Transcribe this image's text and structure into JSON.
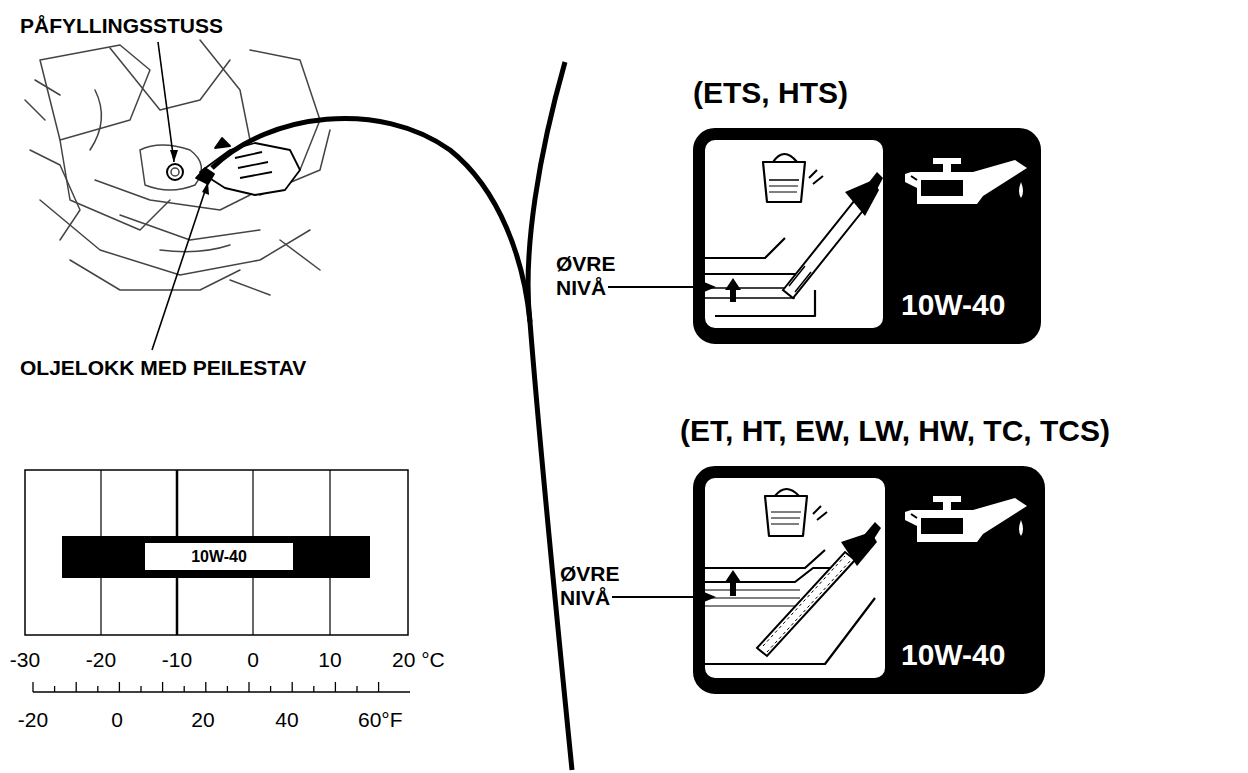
{
  "diagram": {
    "nodes": [
      {
        "text": [
          "(ETS, HTS)",
          "10W-40"
        ]
      },
      {
        "text": [
          "(ET, HT, EW, LW, HW, TC, TCS)",
          "10W-40"
        ]
      },
      {
        "text": [
          "10W-40"
        ]
      }
    ],
    "labels": [
      "PÅFYLLINGSSTUSS",
      "OLJELOKK MED PEILESTAV",
      "ØVRE NIVÅ",
      "ØVRE NIVÅ",
      "-30",
      "-20",
      "-10",
      "0",
      "10",
      "20 °C",
      "-20",
      "0",
      "20",
      "40",
      "60°F"
    ]
  }
}
